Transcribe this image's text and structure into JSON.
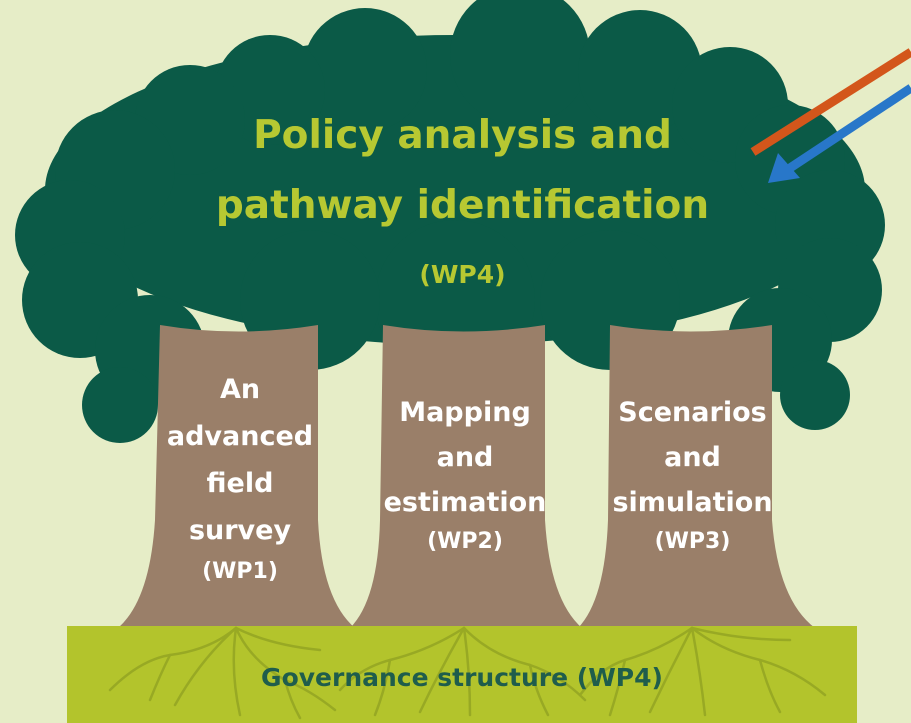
{
  "canopy": {
    "title_line1": "Policy analysis and",
    "title_line2": "pathway identification",
    "title_tag": "(WP4)"
  },
  "trunks": [
    {
      "lines": [
        "An",
        "advanced",
        "field",
        "survey"
      ],
      "tag": "(WP1)"
    },
    {
      "lines": [
        "Mapping",
        "and",
        "estimation"
      ],
      "tag": "(WP2)"
    },
    {
      "lines": [
        "Scenarios",
        "and",
        "simulation"
      ],
      "tag": "(WP3)"
    }
  ],
  "ground": {
    "label": "Governance structure (WP4)"
  },
  "colors": {
    "background": "#e6edc7",
    "canopy": "#0b5a47",
    "canopy_text": "#b7c832",
    "trunk": "#9a7f69",
    "trunk_text": "#ffffff",
    "ground": "#b3c42c",
    "roots": "#98a924",
    "ground_text": "#1f5d4c",
    "arrow_orange": "#d3561b",
    "arrow_blue": "#2877c9"
  }
}
